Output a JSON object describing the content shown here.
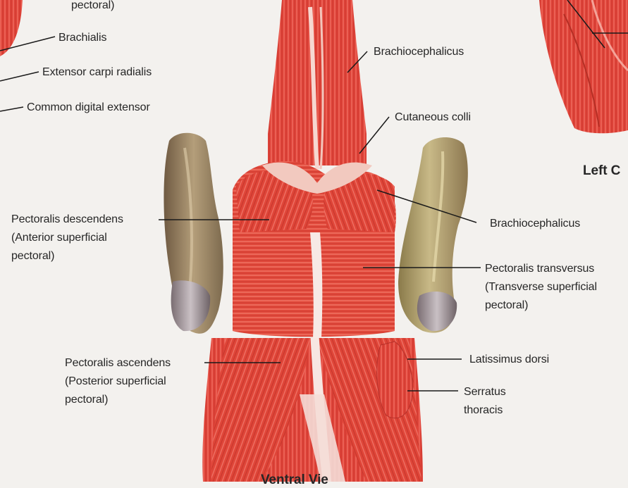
{
  "labels": {
    "top_pectoral": "pectoral)",
    "brachialis": "Brachialis",
    "extensor_carpi": "Extensor carpi radialis",
    "common_digital": "Common digital extensor",
    "brachiocephalicus_top": "Brachiocephalicus",
    "cutaneous_colli": "Cutaneous colli",
    "left_caption": "Left C",
    "pect_desc_1": "Pectoralis descendens",
    "pect_desc_2": "(Anterior superficial",
    "pect_desc_3": "pectoral)",
    "brachiocephalicus_right": "Brachiocephalicus",
    "pect_trans_1": "Pectoralis transversus",
    "pect_trans_2": "(Transverse superficial",
    "pect_trans_3": "pectoral)",
    "pect_asc_1": "Pectoralis ascendens",
    "pect_asc_2": "(Posterior superficial",
    "pect_asc_3": "pectoral)",
    "latissimus": "Latissimus dorsi",
    "serratus_1": "Serratus",
    "serratus_2": "thoracis",
    "bottom_caption": "Ventral Vie"
  },
  "colors": {
    "background": "#f3f1ee",
    "muscle": "#e2483a",
    "muscle_dark": "#c43226",
    "muscle_light": "#f07a6a",
    "tendon": "#f6e1dc",
    "bone": "#9a8462",
    "bone_light": "#c9b690",
    "leader": "#1a1a1a",
    "text": "#262626"
  }
}
